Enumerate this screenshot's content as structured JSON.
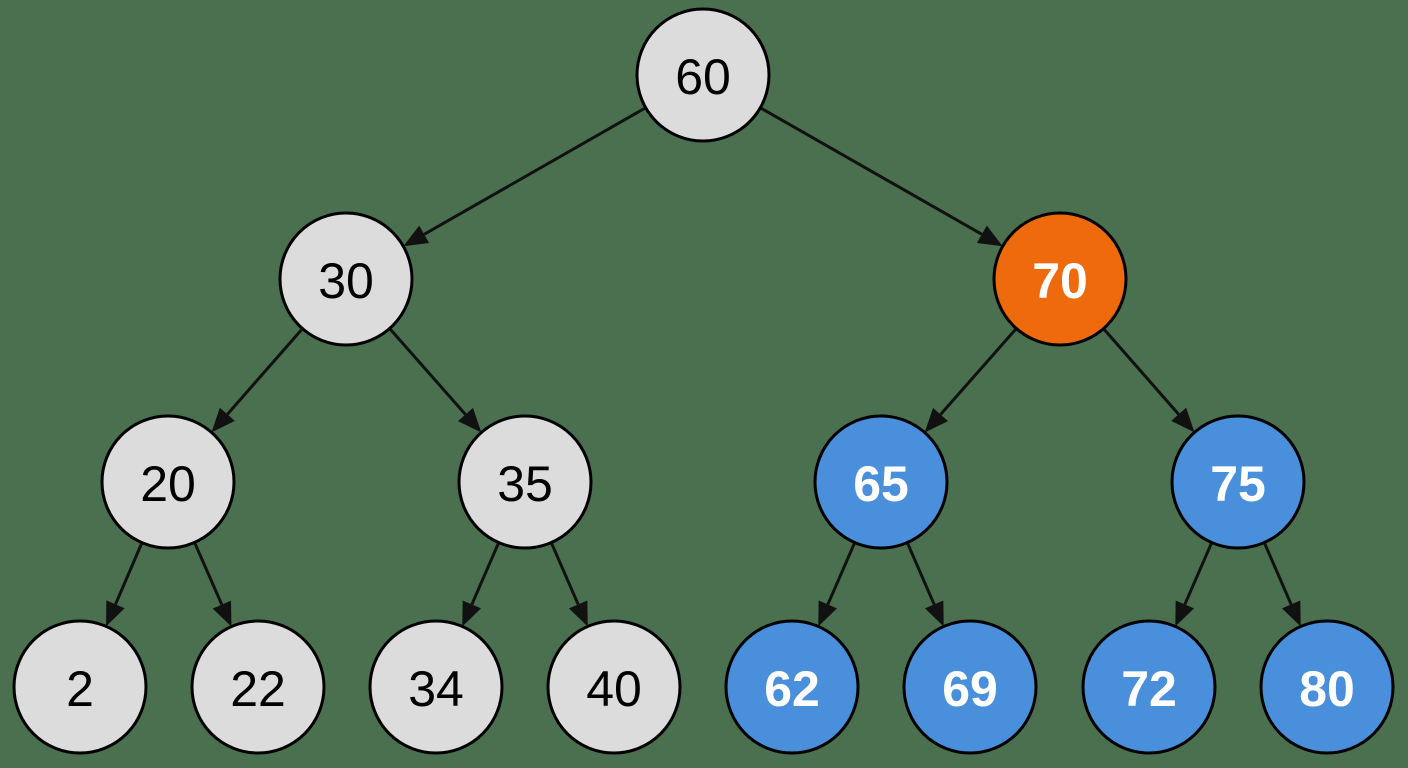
{
  "colors": {
    "background": "#4a7050",
    "default_node": "#dcdcdc",
    "highlight_node": "#ee6a0c",
    "subtree_node": "#4a8fdc",
    "edge": "#111111"
  },
  "nodes": [
    {
      "id": "n60",
      "label": "60",
      "style": "default"
    },
    {
      "id": "n30",
      "label": "30",
      "style": "default"
    },
    {
      "id": "n70",
      "label": "70",
      "style": "highlight"
    },
    {
      "id": "n20",
      "label": "20",
      "style": "default"
    },
    {
      "id": "n35",
      "label": "35",
      "style": "default"
    },
    {
      "id": "n65",
      "label": "65",
      "style": "subtree"
    },
    {
      "id": "n75",
      "label": "75",
      "style": "subtree"
    },
    {
      "id": "n2",
      "label": "2",
      "style": "default"
    },
    {
      "id": "n22",
      "label": "22",
      "style": "default"
    },
    {
      "id": "n34",
      "label": "34",
      "style": "default"
    },
    {
      "id": "n40",
      "label": "40",
      "style": "default"
    },
    {
      "id": "n62",
      "label": "62",
      "style": "subtree"
    },
    {
      "id": "n69",
      "label": "69",
      "style": "subtree"
    },
    {
      "id": "n72",
      "label": "72",
      "style": "subtree"
    },
    {
      "id": "n80",
      "label": "80",
      "style": "subtree"
    }
  ],
  "edges": [
    {
      "from": "n60",
      "to": "n30"
    },
    {
      "from": "n60",
      "to": "n70"
    },
    {
      "from": "n30",
      "to": "n20"
    },
    {
      "from": "n30",
      "to": "n35"
    },
    {
      "from": "n70",
      "to": "n65"
    },
    {
      "from": "n70",
      "to": "n75"
    },
    {
      "from": "n20",
      "to": "n2"
    },
    {
      "from": "n20",
      "to": "n22"
    },
    {
      "from": "n35",
      "to": "n34"
    },
    {
      "from": "n35",
      "to": "n40"
    },
    {
      "from": "n65",
      "to": "n62"
    },
    {
      "from": "n65",
      "to": "n69"
    },
    {
      "from": "n75",
      "to": "n72"
    },
    {
      "from": "n75",
      "to": "n80"
    }
  ]
}
